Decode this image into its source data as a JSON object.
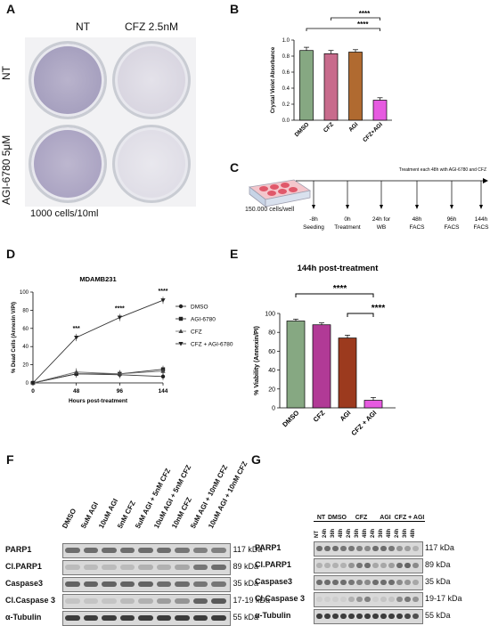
{
  "panels": {
    "A": {
      "letter": "A",
      "col_labels": [
        "NT",
        "CFZ 2.5nM"
      ],
      "row_labels": [
        "NT",
        "AGI-6780 5μM"
      ],
      "caption": "1000 cells/10ml"
    },
    "B": {
      "letter": "B",
      "ylabel": "Crystal Violet Absorbance",
      "sig": [
        "****",
        "****"
      ]
    },
    "C": {
      "letter": "C",
      "treatment_note": "Treatment each 48h with AGI-6780 and CFZ",
      "cells_label": "150.000 cells/well",
      "timepoints": [
        {
          "t": "-8h",
          "l": "Seeding"
        },
        {
          "t": "0h",
          "l": "Treatment"
        },
        {
          "t": "24h for",
          "l": "WB"
        },
        {
          "t": "48h",
          "l": "FACS"
        },
        {
          "t": "96h",
          "l": "FACS"
        },
        {
          "t": "144h",
          "l": "FACS"
        }
      ]
    },
    "D": {
      "letter": "D",
      "sig": [
        "***",
        "****",
        "****"
      ]
    },
    "E": {
      "letter": "E",
      "sig": [
        "****",
        "****"
      ]
    },
    "F": {
      "letter": "F",
      "lanes": [
        "DMSO",
        "5uM AGI",
        "10uM AGI",
        "5nM CFZ",
        "5uM AGI + 5nM CFZ",
        "10uM AGI + 5nM CFZ",
        "10nM CFZ",
        "5uM AGI + 10nM CFZ",
        "10uM AGI + 10nM CFZ"
      ],
      "blots": [
        {
          "name": "PARP1",
          "kda": "117 kDa"
        },
        {
          "name": "Cl.PARP1",
          "kda": "89 kDa"
        },
        {
          "name": "Caspase3",
          "kda": "35 kDa"
        },
        {
          "name": "Cl.Caspase 3",
          "kda": "17-19 kDa"
        },
        {
          "name": "α-Tubulin",
          "kda": "55 kDa"
        }
      ]
    },
    "G": {
      "letter": "G",
      "groups": [
        "NT",
        "DMSO",
        "CFZ",
        "AGI",
        "CFZ + AGI"
      ],
      "lanes": [
        "NT",
        "24h",
        "36h",
        "48h",
        "24h",
        "36h",
        "48h",
        "24h",
        "36h",
        "48h",
        "24h",
        "36h",
        "48h"
      ],
      "blots": [
        {
          "name": "PARP1",
          "kda": "117 kDa"
        },
        {
          "name": "Cl.PARP1",
          "kda": "89 kDa"
        },
        {
          "name": "Caspase3",
          "kda": "35 kDa"
        },
        {
          "name": "Cl.Caspase 3",
          "kda": "19-17 kDa"
        },
        {
          "name": "α-Tubulin",
          "kda": "55 kDa"
        }
      ]
    }
  },
  "chart_data": [
    {
      "id": "B",
      "type": "bar",
      "categories": [
        "DMSO",
        "CFZ",
        "AGI",
        "CFZ+AGI"
      ],
      "values": [
        0.87,
        0.83,
        0.85,
        0.25
      ],
      "errors": [
        0.04,
        0.04,
        0.03,
        0.03
      ],
      "colors": [
        "#86a882",
        "#c86b8c",
        "#b06a30",
        "#e65ae0"
      ],
      "title": "",
      "xlabel": "",
      "ylabel": "Crystal Violet Absorbance",
      "ylim": [
        0,
        1.0
      ],
      "yticks": [
        0.0,
        0.2,
        0.4,
        0.6,
        0.8,
        1.0
      ],
      "ytick_labels": [
        "0.0",
        "0.2",
        "0.4",
        "0.6",
        "0.8",
        "1.0"
      ]
    },
    {
      "id": "D",
      "type": "line",
      "title": "MDAMB231",
      "xlabel": "Hours post-treatment",
      "ylabel": "% Dead Cells (Annexin V/PI)",
      "x": [
        0,
        48,
        96,
        144
      ],
      "xticks": [
        "0",
        "48",
        "96",
        "144"
      ],
      "ylim": [
        0,
        100
      ],
      "yticks": [
        "0",
        "20",
        "40",
        "60",
        "80",
        "100"
      ],
      "series": [
        {
          "name": "DMSO",
          "values": [
            0,
            10,
            9,
            7
          ],
          "marker": "circle"
        },
        {
          "name": "AGI-6780",
          "values": [
            0,
            10,
            10,
            15
          ],
          "marker": "square"
        },
        {
          "name": "CFZ",
          "values": [
            0,
            12,
            10,
            13
          ],
          "marker": "triangle-up"
        },
        {
          "name": "CFZ + AGI-6780",
          "values": [
            0,
            50,
            72,
            91
          ],
          "marker": "triangle-down"
        }
      ]
    },
    {
      "id": "E",
      "type": "bar",
      "title": "144h post-treatment",
      "categories": [
        "DMSO",
        "CFZ",
        "AGI",
        "CFZ + AGI"
      ],
      "values": [
        92,
        88,
        74,
        8
      ],
      "errors": [
        2,
        2,
        3,
        3
      ],
      "colors": [
        "#86a882",
        "#b13a96",
        "#9c3a1e",
        "#e65ae0"
      ],
      "xlabel": "",
      "ylabel": "% Viability (Annexin/PI)",
      "ylim": [
        0,
        100
      ],
      "yticks": [
        0,
        20,
        40,
        60,
        80,
        100
      ],
      "ytick_labels": [
        "0",
        "20",
        "40",
        "60",
        "80",
        "100"
      ]
    }
  ]
}
